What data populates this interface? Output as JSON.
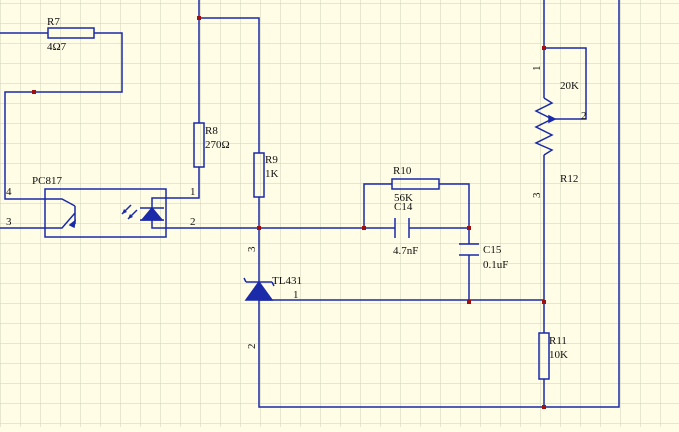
{
  "colors": {
    "background": "#fffde6",
    "grid": "#cfd0b8",
    "wire": "#1a2aa8",
    "junction": "#a01010",
    "text": "#111111"
  },
  "components": {
    "r7": {
      "ref": "R7",
      "value": "4Ω7"
    },
    "r8": {
      "ref": "R8",
      "value": "270Ω"
    },
    "r9": {
      "ref": "R9",
      "value": "1K"
    },
    "r10": {
      "ref": "R10",
      "value": "56K"
    },
    "r11": {
      "ref": "R11",
      "value": "10K"
    },
    "r12": {
      "ref": "R12",
      "value": "20K"
    },
    "c14": {
      "ref": "C14",
      "value": "4.7nF"
    },
    "c15": {
      "ref": "C15",
      "value": "0.1uF"
    },
    "pc817": {
      "ref": "PC817"
    },
    "tl431": {
      "ref": "TL431"
    }
  },
  "pins": {
    "pc817_4": "4",
    "pc817_3": "3",
    "pc817_1": "1",
    "pc817_2": "2",
    "tl431_3": "3",
    "tl431_1": "1",
    "tl431_2": "2",
    "r12_1": "1",
    "r12_2": "2",
    "r12_3": "3"
  }
}
